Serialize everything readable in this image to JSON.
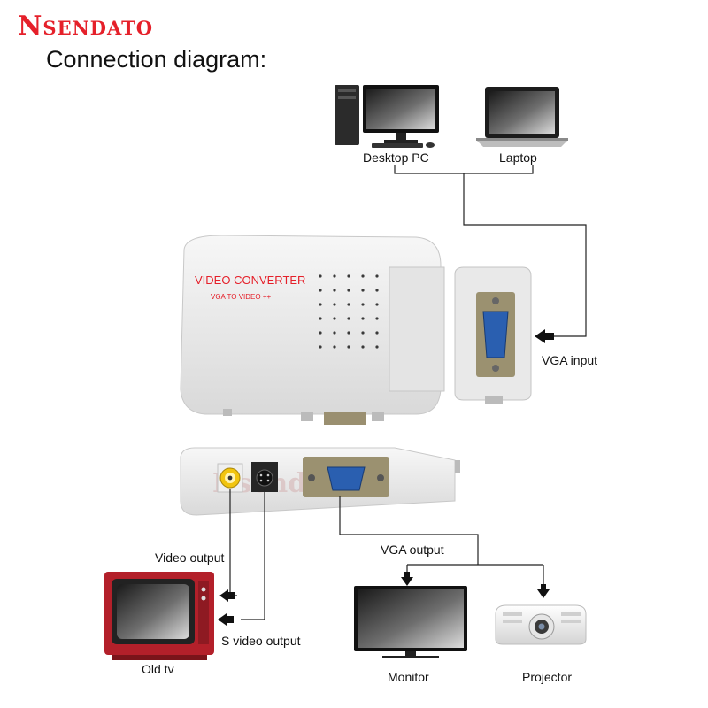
{
  "brand": "Nsendato",
  "heading": "Connection diagram:",
  "device": {
    "title": "VIDEO CONVERTER",
    "subtitle": "VGA TO VIDEO ++"
  },
  "labels": {
    "desktop_pc": "Desktop PC",
    "laptop": "Laptop",
    "vga_input": "VGA input",
    "video_output": "Video output",
    "s_video_output": "S video output",
    "vga_output": "VGA output",
    "old_tv": "Old tv",
    "monitor": "Monitor",
    "projector": "Projector"
  },
  "colors": {
    "brand": "#e5202a",
    "device_text": "#e5202a",
    "vga_port": "#2a5fb0",
    "composite_ring": "#f1c40f",
    "tv_frame": "#b3202a"
  }
}
